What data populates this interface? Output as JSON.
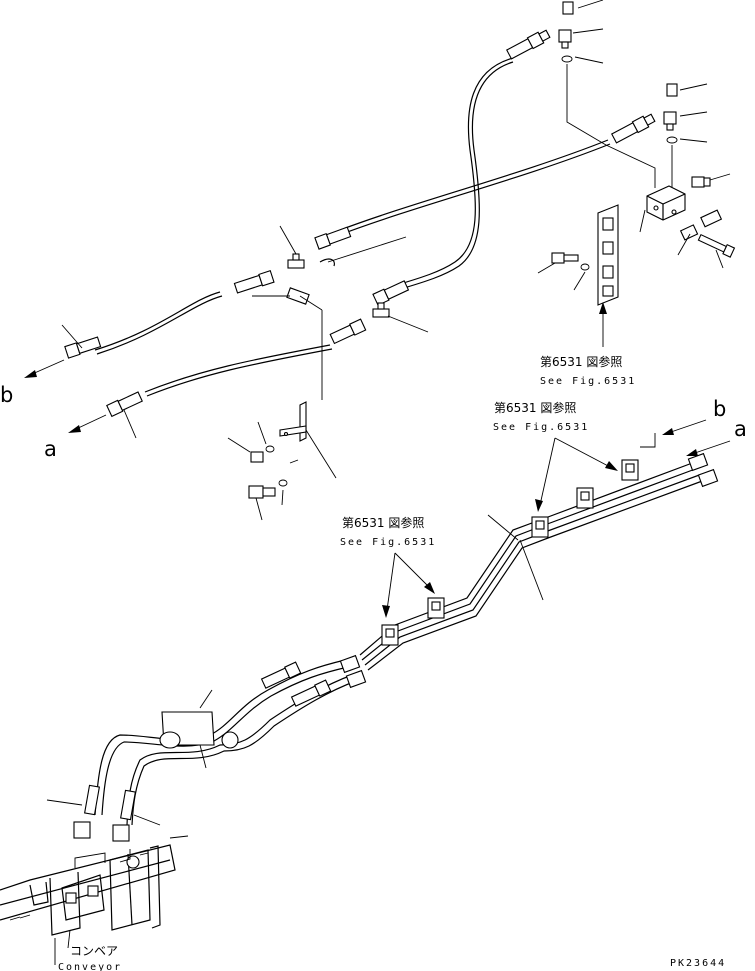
{
  "markers": {
    "b_left": "b",
    "a_left": "a",
    "b_right": "b",
    "a_right": "a"
  },
  "references": {
    "ref1": {
      "jp": "第6531 図参照",
      "en": "See Fig.6531"
    },
    "ref2": {
      "jp": "第6531 図参照",
      "en": "See Fig.6531"
    },
    "ref3": {
      "jp": "第6531 図参照",
      "en": "See Fig.6531"
    }
  },
  "conveyor": {
    "jp": "コンベア",
    "en": "Conveyor"
  },
  "drawing_code": "PK23644"
}
